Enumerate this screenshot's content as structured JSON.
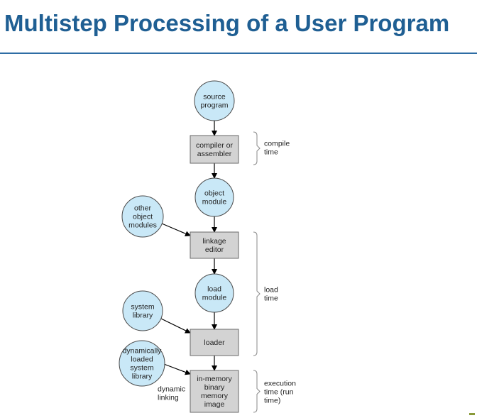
{
  "title": "Multistep Processing of a User Program",
  "nodes": {
    "source_program": {
      "shape": "circle",
      "lines": [
        "source",
        "program"
      ]
    },
    "compiler": {
      "shape": "box",
      "lines": [
        "compiler or",
        "assembler"
      ]
    },
    "object_module": {
      "shape": "circle",
      "lines": [
        "object",
        "module"
      ]
    },
    "other_modules": {
      "shape": "circle",
      "lines": [
        "other",
        "object",
        "modules"
      ]
    },
    "linkage_editor": {
      "shape": "box",
      "lines": [
        "linkage",
        "editor"
      ]
    },
    "load_module": {
      "shape": "circle",
      "lines": [
        "load",
        "module"
      ]
    },
    "system_library": {
      "shape": "circle",
      "lines": [
        "system",
        "library"
      ]
    },
    "loader": {
      "shape": "box",
      "lines": [
        "loader"
      ]
    },
    "dynamic_library": {
      "shape": "circle",
      "lines": [
        "dynamically",
        "loaded",
        "system",
        "library"
      ]
    },
    "memory_image": {
      "shape": "box",
      "lines": [
        "in-memory",
        "binary",
        "memory",
        "image"
      ]
    }
  },
  "edges": [
    [
      "source_program",
      "compiler"
    ],
    [
      "compiler",
      "object_module"
    ],
    [
      "object_module",
      "linkage_editor"
    ],
    [
      "other_modules",
      "linkage_editor"
    ],
    [
      "linkage_editor",
      "load_module"
    ],
    [
      "load_module",
      "loader"
    ],
    [
      "system_library",
      "loader"
    ],
    [
      "loader",
      "memory_image"
    ],
    [
      "dynamic_library",
      "memory_image"
    ]
  ],
  "edge_label": {
    "lines": [
      "dynamic",
      "linking"
    ]
  },
  "phases": {
    "compile": {
      "lines": [
        "compile",
        "time"
      ]
    },
    "load": {
      "lines": [
        "load",
        "time"
      ]
    },
    "execution": {
      "lines": [
        "execution",
        "time (run",
        "time)"
      ]
    }
  },
  "colors": {
    "title": "#1f5f93",
    "circle_fill": "#c9e8f7",
    "box_fill": "#d3d3d3"
  }
}
